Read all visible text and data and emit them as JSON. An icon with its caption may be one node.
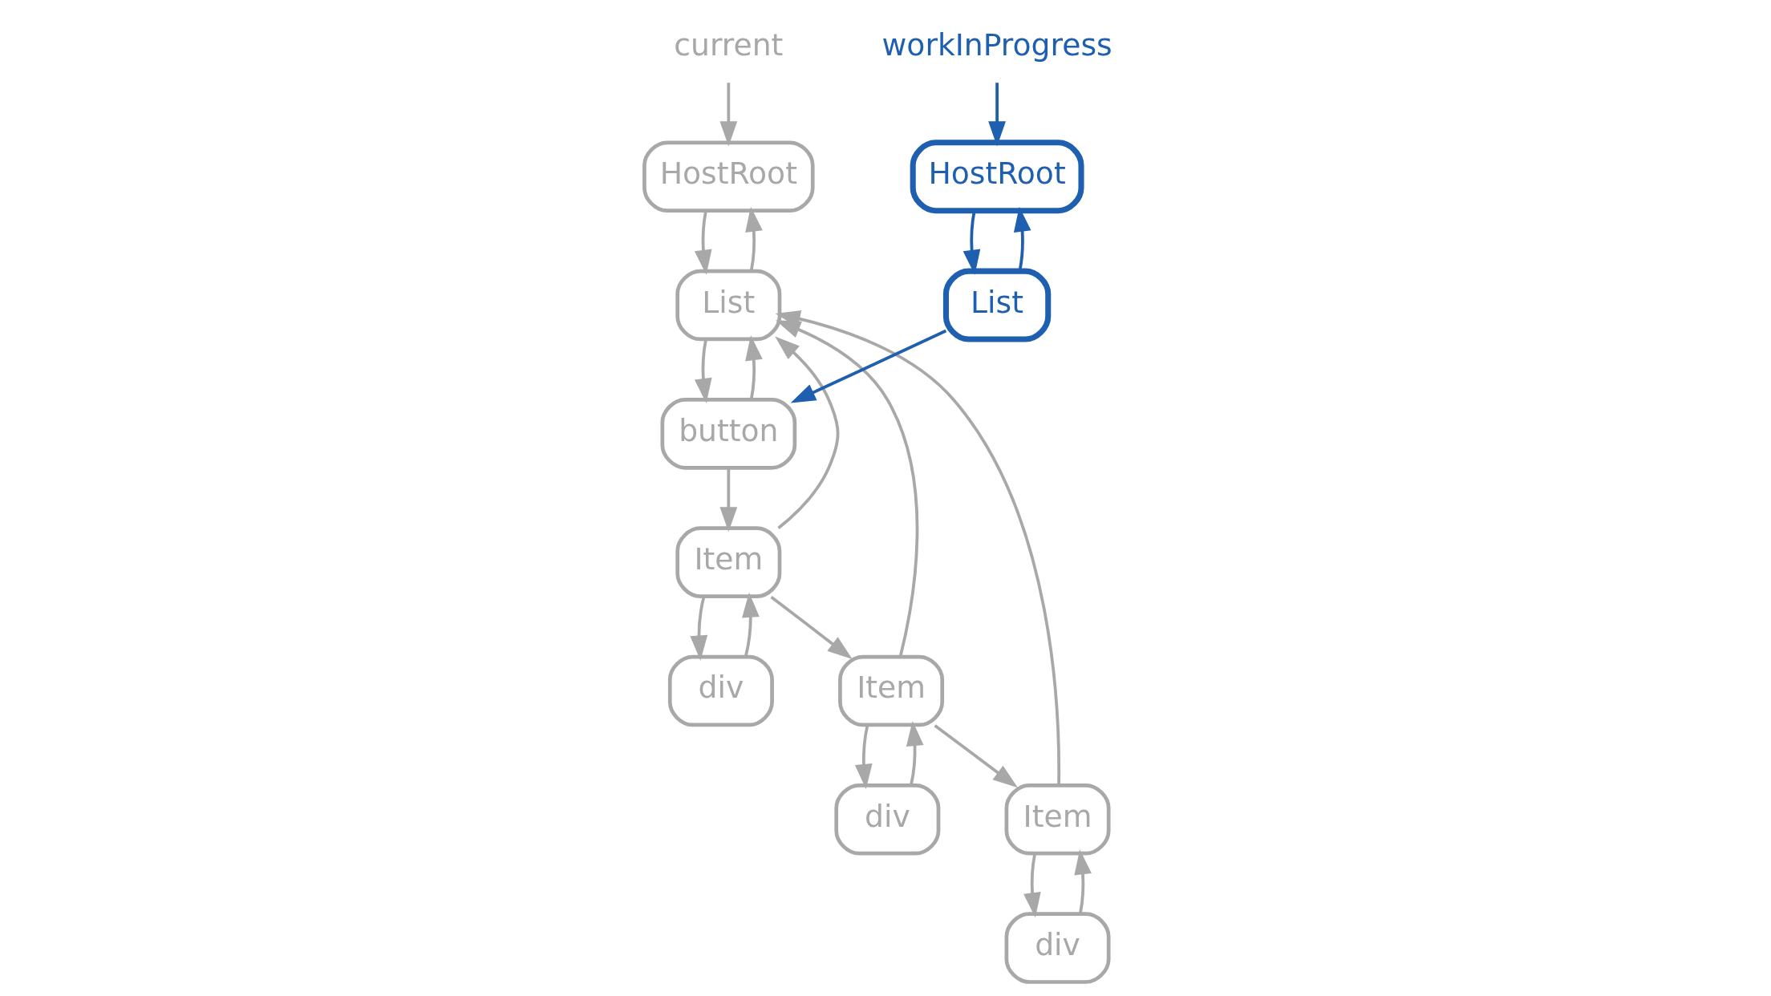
{
  "diagram": {
    "nodes": [
      {
        "text": [
          "current"
        ]
      },
      {
        "text": [
          "workInProgress"
        ]
      },
      {
        "text": [
          "HostRoot"
        ]
      },
      {
        "text": [
          "List"
        ]
      },
      {
        "text": [
          "button"
        ]
      },
      {
        "text": [
          "Item"
        ]
      },
      {
        "text": [
          "div"
        ]
      },
      {
        "text": [
          "Item"
        ]
      },
      {
        "text": [
          "div"
        ]
      },
      {
        "text": [
          "Item"
        ]
      },
      {
        "text": [
          "div"
        ]
      },
      {
        "text": [
          "HostRoot"
        ]
      },
      {
        "text": [
          "List"
        ]
      }
    ],
    "edges": [
      {
        "from": 0,
        "to": 2,
        "arrow": "to"
      },
      {
        "from": 1,
        "to": 11,
        "arrow": "to",
        "color": "#1f5fb0"
      },
      {
        "from": 2,
        "to": 3,
        "arrow": "to"
      },
      {
        "from": 3,
        "to": 2,
        "arrow": "to"
      },
      {
        "from": 3,
        "to": 4,
        "arrow": "to"
      },
      {
        "from": 4,
        "to": 3,
        "arrow": "to"
      },
      {
        "from": 4,
        "to": 5,
        "arrow": "to"
      },
      {
        "from": 5,
        "to": 3,
        "arrow": "to"
      },
      {
        "from": 5,
        "to": 6,
        "arrow": "to"
      },
      {
        "from": 6,
        "to": 5,
        "arrow": "to"
      },
      {
        "from": 5,
        "to": 7,
        "arrow": "to"
      },
      {
        "from": 7,
        "to": 3,
        "arrow": "to"
      },
      {
        "from": 7,
        "to": 8,
        "arrow": "to"
      },
      {
        "from": 8,
        "to": 7,
        "arrow": "to"
      },
      {
        "from": 7,
        "to": 9,
        "arrow": "to"
      },
      {
        "from": 9,
        "to": 3,
        "arrow": "to"
      },
      {
        "from": 9,
        "to": 10,
        "arrow": "to"
      },
      {
        "from": 10,
        "to": 9,
        "arrow": "to"
      },
      {
        "from": 11,
        "to": 12,
        "arrow": "to",
        "color": "#1f5fb0"
      },
      {
        "from": 12,
        "to": 11,
        "arrow": "to",
        "color": "#1f5fb0"
      },
      {
        "from": 12,
        "to": 4,
        "arrow": "to",
        "color": "#1f5fb0"
      }
    ]
  }
}
